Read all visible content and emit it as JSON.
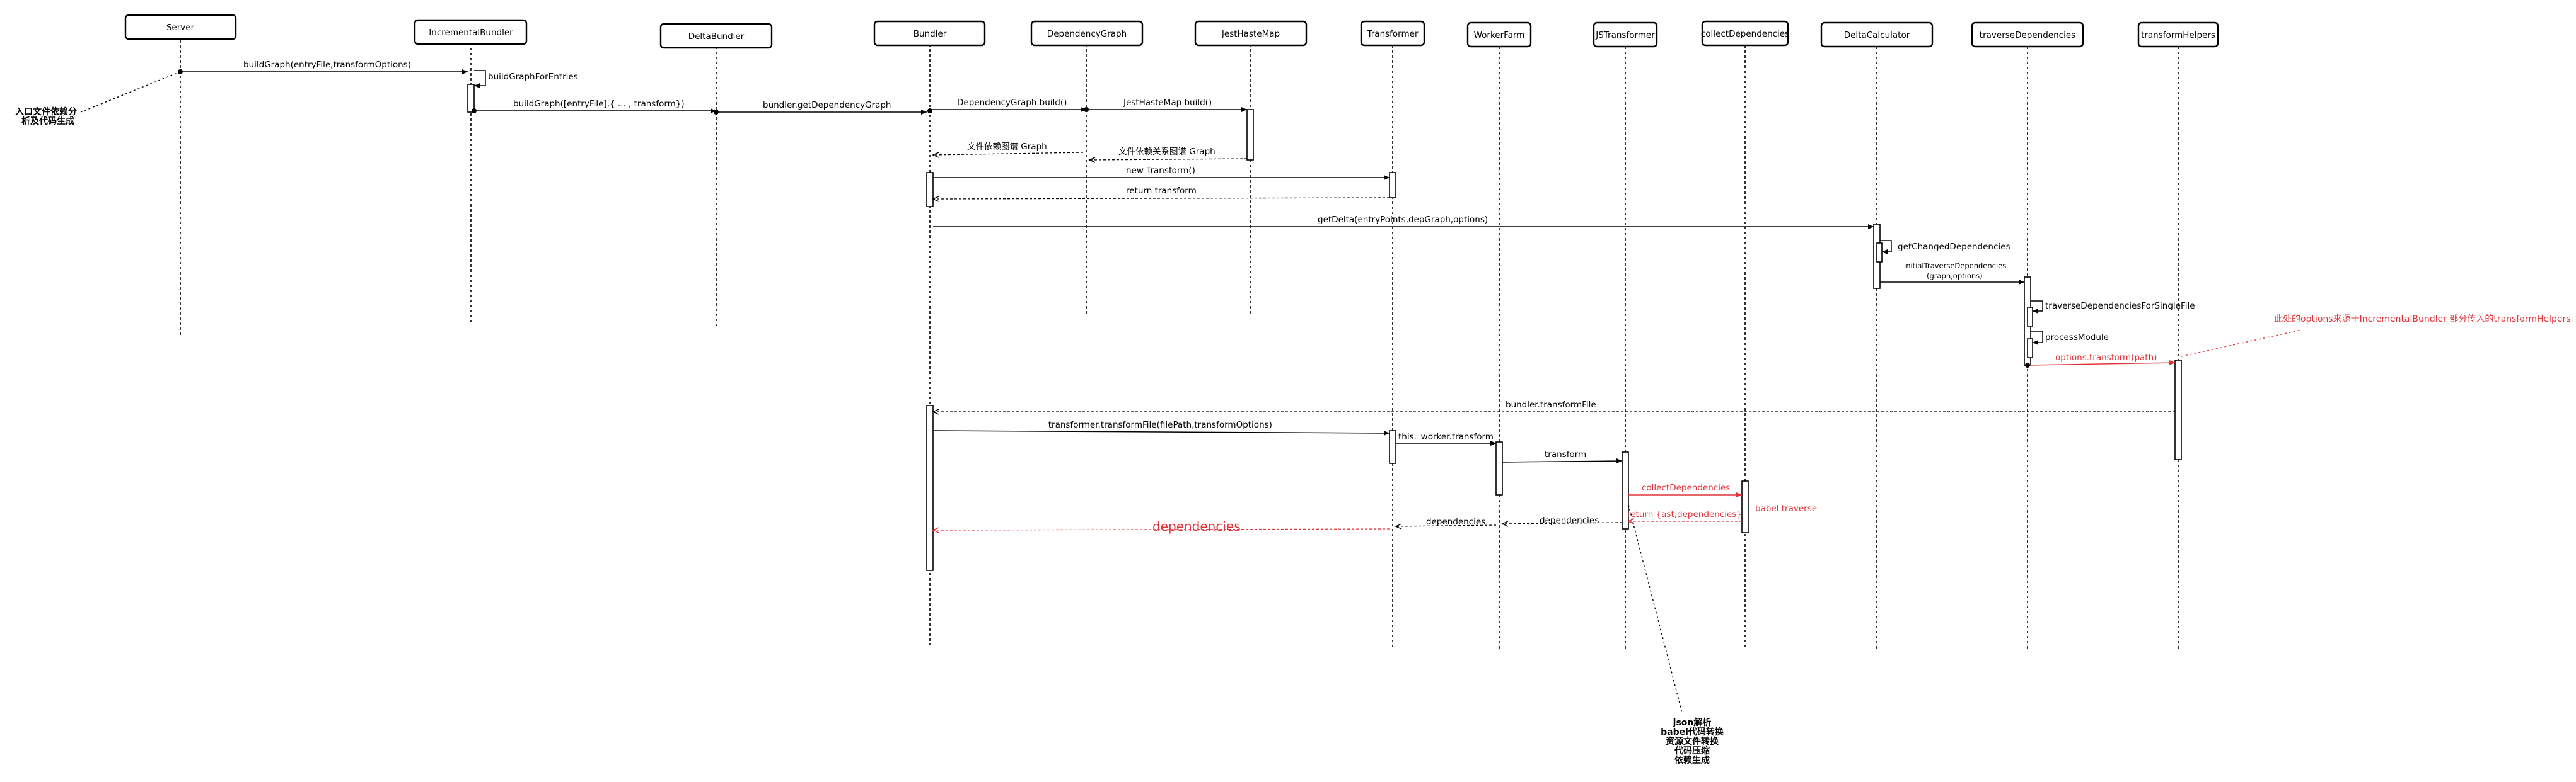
{
  "actors": [
    {
      "id": "server",
      "label": "Server"
    },
    {
      "id": "incremental",
      "label": "IncrementalBundler"
    },
    {
      "id": "delta_bundler",
      "label": "DeltaBundler"
    },
    {
      "id": "bundler",
      "label": "Bundler"
    },
    {
      "id": "dep_graph",
      "label": "DependencyGraph"
    },
    {
      "id": "jest_haste",
      "label": "JestHasteMap"
    },
    {
      "id": "transformer",
      "label": "Transformer"
    },
    {
      "id": "worker_farm",
      "label": "WorkerFarm"
    },
    {
      "id": "js_transformer",
      "label": "JSTransformer"
    },
    {
      "id": "collect_deps",
      "label": "collectDependencies"
    },
    {
      "id": "delta_calc",
      "label": "DeltaCalculator"
    },
    {
      "id": "traverse_deps",
      "label": "traverseDependencies"
    },
    {
      "id": "transform_helpers",
      "label": "transformHelpers"
    }
  ],
  "messages": [
    {
      "label": "buildGraph(entryFile,transformOptions)"
    },
    {
      "label": "buildGraphForEntries"
    },
    {
      "label": "buildGraph([entryFile],{ ... , transform})"
    },
    {
      "label": "bundler.getDependencyGraph"
    },
    {
      "label": "DependencyGraph.build()"
    },
    {
      "label": "JestHasteMap  build()"
    },
    {
      "label": "文件依赖图谱 Graph"
    },
    {
      "label": "文件依赖关系图谱 Graph"
    },
    {
      "label": "new Transform()"
    },
    {
      "label": "return transform"
    },
    {
      "label": "getDelta(entryPoints,depGraph,options)"
    },
    {
      "label": "getChangedDependencies"
    },
    {
      "label": "initialTraverseDependencies"
    },
    {
      "label": "(graph,options)"
    },
    {
      "label": "traverseDependenciesForSingleFile"
    },
    {
      "label": "processModule"
    },
    {
      "label": "options.transform(path)"
    },
    {
      "label": "bundler.transformFile"
    },
    {
      "label": "_transformer.transformFile(filePath,transformOptions)"
    },
    {
      "label": "this._worker.transform"
    },
    {
      "label": "transform"
    },
    {
      "label": "collectDependencies"
    },
    {
      "label": "return {ast,dependencies}"
    },
    {
      "label": "babel.traverse"
    },
    {
      "label": "dependencies"
    },
    {
      "label": "dependencies"
    },
    {
      "label": "dependencies"
    }
  ],
  "notes": {
    "entry": [
      "入口文件依赖分",
      "析及代码生成"
    ],
    "options_source": "此处的options来源于IncrementalBundler 部分传入的transformHelpers",
    "transformer_steps": [
      "json解析",
      "babel代码转换",
      "资源文件转换",
      "代码压缩",
      "依赖生成"
    ]
  },
  "colors": {
    "line": "#000000",
    "highlight": "#e0353a"
  }
}
